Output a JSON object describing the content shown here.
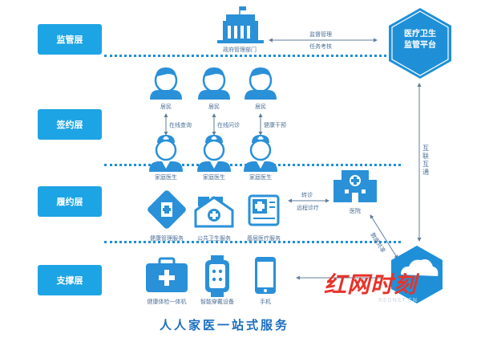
{
  "layers": [
    {
      "label": "监管层"
    },
    {
      "label": "签约层"
    },
    {
      "label": "履约层"
    },
    {
      "label": "支撑层"
    }
  ],
  "government": {
    "label": "政府管理部门"
  },
  "platform": {
    "line1": "医疗卫生",
    "line2": "监管平台"
  },
  "supervision_edge": {
    "line1": "监督管理",
    "line2": "任务考核"
  },
  "residents": [
    {
      "label": "居民"
    },
    {
      "label": "居民"
    },
    {
      "label": "居民"
    }
  ],
  "doctors": [
    {
      "label": "家庭医生"
    },
    {
      "label": "家庭医生"
    },
    {
      "label": "家庭医生"
    }
  ],
  "consult_edges": [
    {
      "label": "在线查询"
    },
    {
      "label": "在线问诊"
    },
    {
      "label": "健康干预"
    }
  ],
  "services": [
    {
      "label": "健康管理服务"
    },
    {
      "label": "公共卫生服务"
    },
    {
      "label": "基层医疗服务"
    }
  ],
  "hospital": {
    "label": "医院"
  },
  "referral_edge": {
    "line1": "转诊",
    "line2": "远程诊疗"
  },
  "interconnect_edge": {
    "chars": "互联互通"
  },
  "data_sharing_edge": {
    "label": "数据共享"
  },
  "devices": [
    {
      "label": "健康体检一体机"
    },
    {
      "label": "智能穿戴设备"
    },
    {
      "label": "手机"
    }
  ],
  "footer_title": "人人家医一站式服务",
  "watermark": {
    "text": "红网时刻",
    "sub": "REDNET.CN"
  },
  "colors": {
    "accent": "#1da4e4",
    "icon_blue": "#2a90d8",
    "watermark_red": "#e8332a"
  }
}
